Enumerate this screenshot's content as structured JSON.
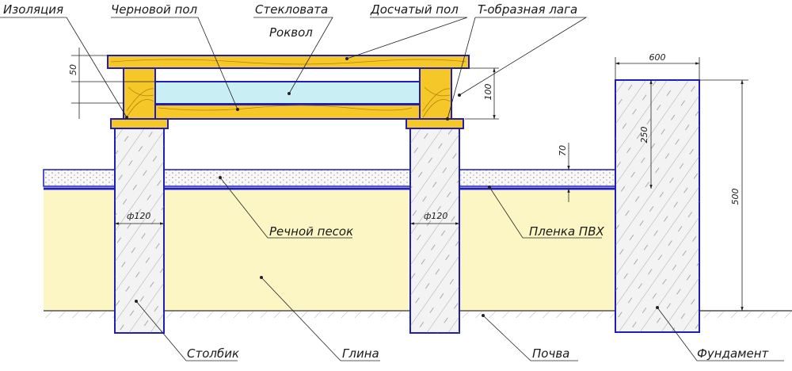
{
  "labels": {
    "insulation": "Изоляция",
    "subfloor": "Черновой пол",
    "glasswool": "Стекловата",
    "rockwool": "Роквол",
    "plank_floor": "Досчатый пол",
    "t_joist": "T-образная лага",
    "river_sand": "Речной песок",
    "pvc_film": "Пленка ПВХ",
    "post": "Столбик",
    "clay": "Глина",
    "soil": "Почва",
    "foundation": "Фундамент"
  },
  "dimensions": {
    "joist_offset": "50",
    "joist_height": "100",
    "foundation_width": "600",
    "foundation_depth": "250",
    "foundation_height": "500",
    "screed": "70",
    "post_dia_left": "ф120",
    "post_dia_right": "ф120"
  },
  "colors": {
    "sand": "#fbf6c3",
    "wood": "#f5c728",
    "glass": "#c9eef3",
    "outline": "#1f1fb8",
    "concrete": "#f2f2f2"
  }
}
